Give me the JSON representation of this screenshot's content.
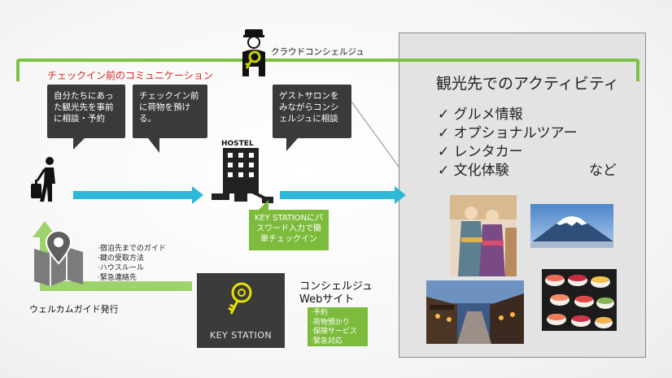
{
  "concierge_label": "クラウドコンシェルジュ",
  "pre_checkin_label": "チェックイン前のコミュニケーション",
  "bubbles": [
    {
      "text": "自分たちにあった観光先を事前に相談・予約"
    },
    {
      "text": "チェックイン前に荷物を預ける。"
    },
    {
      "text": "ゲストサロンをみながらコンシェルジュに相談"
    }
  ],
  "hostel_sign": "HOSTEL",
  "key_station_callout": "KEY STATIONにパスワード入力で簡単チェックイン",
  "welcome": {
    "items": [
      "·宿泊先までのガイド",
      "·鍵の受取方法",
      "·ハウスルール",
      "·緊急連絡先"
    ],
    "label": "ウェルカムガイド発行"
  },
  "key_station_logo": "KEY STATION",
  "web": {
    "title_line1": "コンシェルジュ",
    "title_line2": "Webサイト",
    "items": [
      "·予約",
      "·荷物預かり",
      "·保険サービス",
      "·緊急対応"
    ]
  },
  "activities": {
    "title": "観光先でのアクティビティ",
    "items": [
      "✓ グルメ情報",
      "✓ オプショナルツアー",
      "✓ レンタカー",
      "✓ 文化体験"
    ],
    "suffix": "など"
  },
  "colors": {
    "green": "#7bc142",
    "cyan": "#2cb8d6",
    "bubble": "#3a3a3a",
    "red": "#d7271d",
    "callout": "#7dbb3c"
  }
}
